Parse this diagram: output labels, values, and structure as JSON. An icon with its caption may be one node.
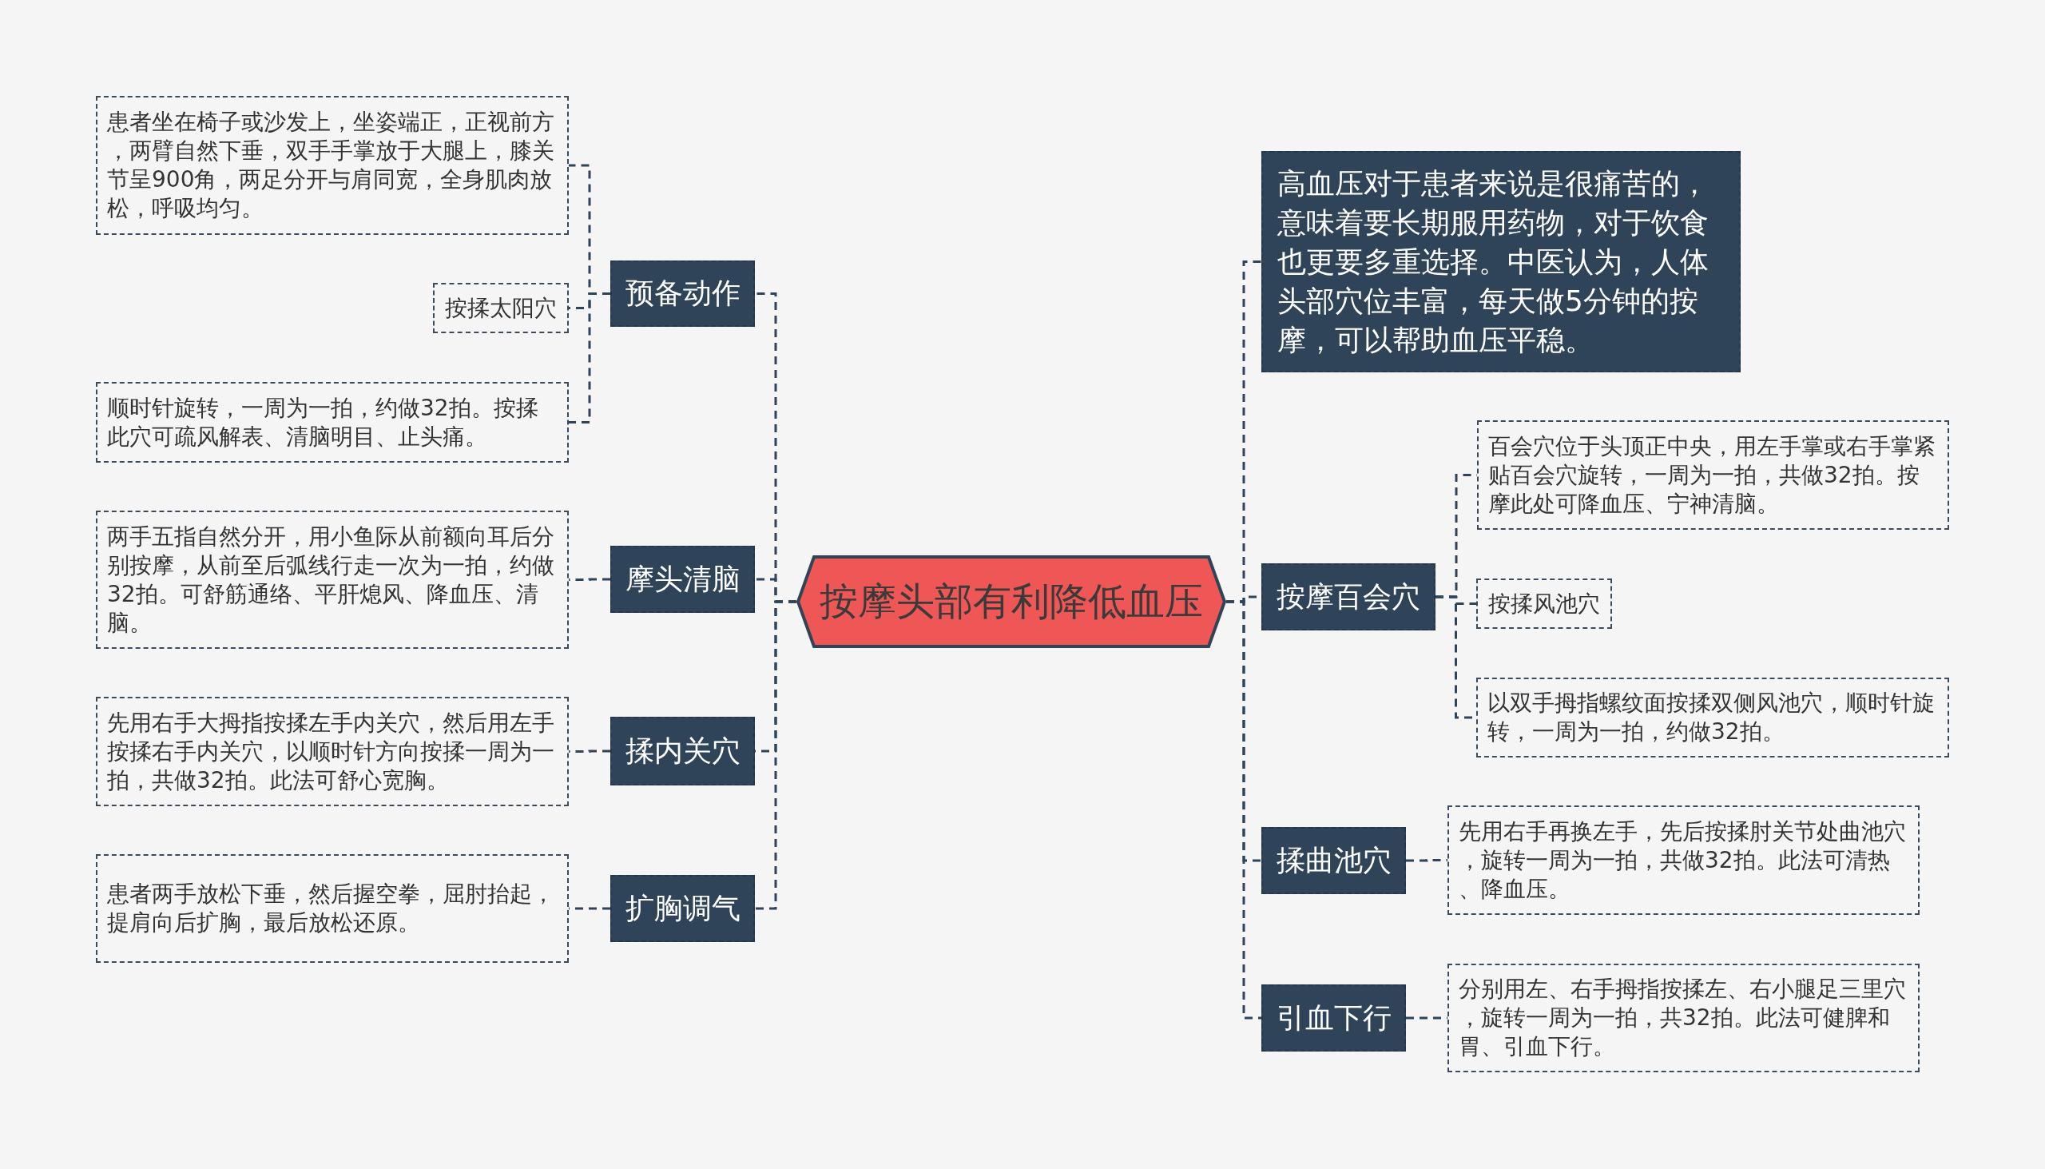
{
  "diagram": {
    "nodes": [
      {
        "text": [
          "按摩头部有利降低血压"
        ]
      },
      {
        "text": [
          "预备动作"
        ]
      },
      {
        "text": [
          "患者坐在椅子或沙发上，坐姿端正，正视前方，两臂自然下垂，双手手掌放于大腿上，膝关节呈900角，两足分开与肩同宽，全身肌肉放松，呼吸均匀。"
        ]
      },
      {
        "text": [
          "按揉太阳穴"
        ]
      },
      {
        "text": [
          "顺时针旋转，一周为一拍，约做32拍。按揉此穴可疏风解表、清脑明目、止头痛。"
        ]
      },
      {
        "text": [
          "摩头清脑"
        ]
      },
      {
        "text": [
          "两手五指自然分开，用小鱼际从前额向耳后分别按摩，从前至后弧线行走一次为一拍，约做32拍。可舒筋通络、平肝熄风、降血压、清脑。"
        ]
      },
      {
        "text": [
          "揉内关穴"
        ]
      },
      {
        "text": [
          "先用右手大拇指按揉左手内关穴，然后用左手按揉右手内关穴，以顺时针方向按揉一周为一拍，共做32拍。此法可舒心宽胸。"
        ]
      },
      {
        "text": [
          "扩胸调气"
        ]
      },
      {
        "text": [
          "患者两手放松下垂，然后握空拳，屈肘抬起，提肩向后扩胸，最后放松还原。"
        ]
      },
      {
        "text": [
          "高血压对于患者来说是很痛苦的，意味着要长期服用药物，对于饮食也更要多重选择。中医认为，人体头部穴位丰富，每天做5分钟的按摩，可以帮助血压平稳。"
        ]
      },
      {
        "text": [
          "按摩百会穴"
        ]
      },
      {
        "text": [
          "百会穴位于头顶正中央，用左手掌或右手掌紧贴百会穴旋转，一周为一拍，共做32拍。按摩此处可降血压、宁神清脑。"
        ]
      },
      {
        "text": [
          "按揉风池穴"
        ]
      },
      {
        "text": [
          "以双手拇指螺纹面按揉双侧风池穴，顺时针旋转，一周为一拍，约做32拍。"
        ]
      },
      {
        "text": [
          "揉曲池穴"
        ]
      },
      {
        "text": [
          "先用右手再换左手，先后按揉肘关节处曲池穴，旋转一周为一拍，共做32拍。此法可清热、降血压。"
        ]
      },
      {
        "text": [
          "引血下行"
        ]
      },
      {
        "text": [
          "分别用左、右手拇指按揉左、右小腿足三里穴，旋转一周为一拍，共32拍。此法可健脾和胃、引血下行。"
        ]
      }
    ],
    "edges": [
      {
        "from": 0,
        "to": 1,
        "arrow": "none",
        "style": "dashed"
      },
      {
        "from": 1,
        "to": 2,
        "arrow": "none",
        "style": "dashed"
      },
      {
        "from": 1,
        "to": 3,
        "arrow": "none",
        "style": "dashed"
      },
      {
        "from": 1,
        "to": 4,
        "arrow": "none",
        "style": "dashed"
      },
      {
        "from": 0,
        "to": 5,
        "arrow": "none",
        "style": "dashed"
      },
      {
        "from": 5,
        "to": 6,
        "arrow": "none",
        "style": "dashed"
      },
      {
        "from": 0,
        "to": 7,
        "arrow": "none",
        "style": "dashed"
      },
      {
        "from": 7,
        "to": 8,
        "arrow": "none",
        "style": "dashed"
      },
      {
        "from": 0,
        "to": 9,
        "arrow": "none",
        "style": "dashed"
      },
      {
        "from": 9,
        "to": 10,
        "arrow": "none",
        "style": "dashed"
      },
      {
        "from": 0,
        "to": 11,
        "arrow": "none",
        "style": "dashed"
      },
      {
        "from": 0,
        "to": 12,
        "arrow": "none",
        "style": "dashed"
      },
      {
        "from": 12,
        "to": 13,
        "arrow": "none",
        "style": "dashed"
      },
      {
        "from": 12,
        "to": 14,
        "arrow": "none",
        "style": "dashed"
      },
      {
        "from": 12,
        "to": 15,
        "arrow": "none",
        "style": "dashed"
      },
      {
        "from": 0,
        "to": 16,
        "arrow": "none",
        "style": "dashed"
      },
      {
        "from": 16,
        "to": 17,
        "arrow": "none",
        "style": "dashed"
      },
      {
        "from": 0,
        "to": 18,
        "arrow": "none",
        "style": "dashed"
      },
      {
        "from": 18,
        "to": 19,
        "arrow": "none",
        "style": "dashed"
      }
    ]
  }
}
